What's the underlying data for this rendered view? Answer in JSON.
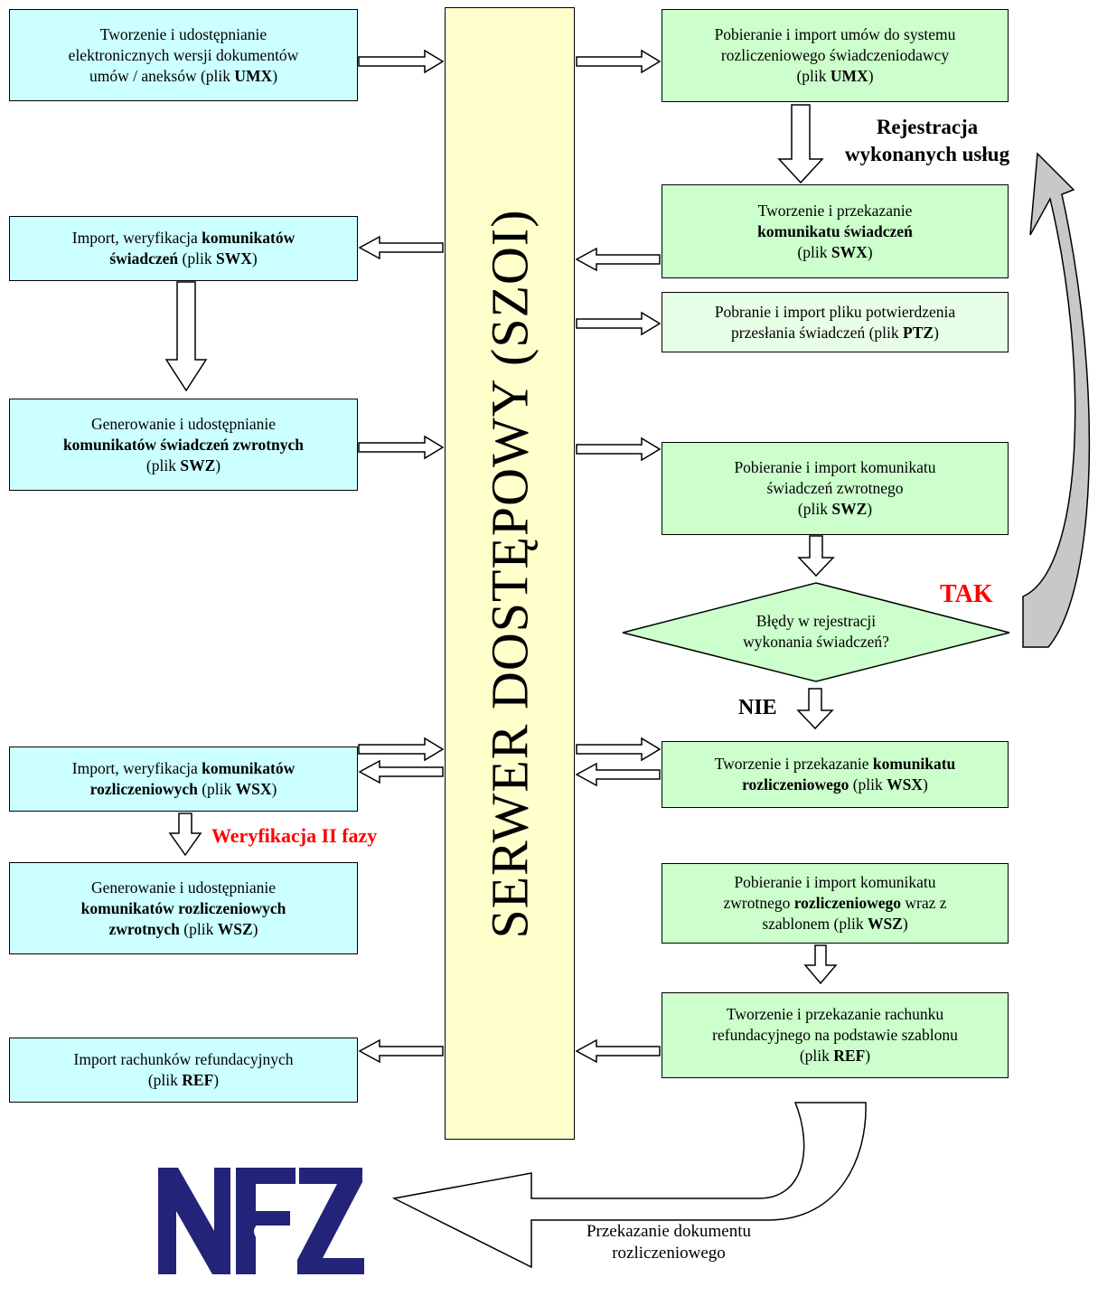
{
  "server": {
    "label": "SERWER DOSTĘPOWY (SZOI)"
  },
  "left": {
    "umx": {
      "line1": "Tworzenie i udostępnianie",
      "line2": "elektronicznych wersji dokumentów",
      "line3_pre": "umów / aneksów (plik ",
      "line3_bold": "UMX",
      "line3_post": ")"
    },
    "swx": {
      "line1_pre": "Import, weryfikacja ",
      "line1_bold": "komunikatów",
      "line2_bold": "świadczeń",
      "line2_post": " (plik ",
      "line2_bold2": "SWX",
      "line2_end": ")"
    },
    "swz": {
      "line1": "Generowanie i udostępnianie",
      "line2_bold": "komunikatów świadczeń zwrotnych",
      "line3_pre": "(plik ",
      "line3_bold": "SWZ",
      "line3_post": ")"
    },
    "wsx": {
      "line1_pre": "Import, weryfikacja ",
      "line1_bold": "komunikatów",
      "line2_bold": "rozliczeniowych",
      "line2_post": " (plik ",
      "line2_bold2": "WSX",
      "line2_end": ")"
    },
    "wsz": {
      "line1": "Generowanie i udostępnianie",
      "line2_bold": "komunikatów rozliczeniowych",
      "line3_bold": "zwrotnych",
      "line3_pre": " (plik ",
      "line3_bold2": "WSZ",
      "line3_post": ")"
    },
    "ref": {
      "line1": "Import rachunków refundacyjnych",
      "line2_pre": "(plik ",
      "line2_bold": "REF",
      "line2_post": ")"
    }
  },
  "right": {
    "umx": {
      "line1": "Pobieranie i import umów do systemu",
      "line2": "rozliczeniowego świadczeniodawcy",
      "line3_pre": "(plik ",
      "line3_bold": "UMX",
      "line3_post": ")"
    },
    "swx": {
      "line1": "Tworzenie i przekazanie",
      "line2_bold": "komunikatu  świadczeń",
      "line3_pre": "(plik ",
      "line3_bold": "SWX",
      "line3_post": ")"
    },
    "ptz": {
      "line1": "Pobranie i import pliku potwierdzenia",
      "line2_pre": "przesłania świadczeń (plik ",
      "line2_bold": "PTZ",
      "line2_post": ")"
    },
    "swz": {
      "line1": "Pobieranie i import komunikatu",
      "line2": "świadczeń zwrotnego",
      "line3_pre": "(plik ",
      "line3_bold": "SWZ",
      "line3_post": ")"
    },
    "decision": {
      "line1": "Błędy w rejestracji",
      "line2": "wykonania świadczeń?"
    },
    "wsx": {
      "line1_pre": "Tworzenie i przekazanie ",
      "line1_bold": "komunikatu",
      "line2_bold": "rozliczeniowego",
      "line2_pre": " (plik ",
      "line2_bold2": "WSX",
      "line2_post": ")"
    },
    "wsz": {
      "line1": "Pobieranie i import komunikatu",
      "line2_pre": "zwrotnego ",
      "line2_bold": "rozliczeniowego",
      "line2_post": " wraz z",
      "line3_pre": "szablonem (plik ",
      "line3_bold": "WSZ",
      "line3_post": ")"
    },
    "ref": {
      "line1": "Tworzenie i przekazanie rachunku",
      "line2": "refundacyjnego na podstawie szablonu",
      "line3_pre": "(plik ",
      "line3_bold": "REF",
      "line3_post": ")"
    }
  },
  "labels": {
    "rejestracja_line1": "Rejestracja",
    "rejestracja_line2": "wykonanych usług",
    "tak": "TAK",
    "nie": "NIE",
    "weryfikacja": "Weryfikacja II fazy",
    "transfer_line1": "Przekazanie dokumentu",
    "transfer_line2": "rozliczeniowego"
  },
  "logo": {
    "text": "NFZ"
  },
  "colors": {
    "cyan": "#ccffff",
    "green": "#ccffcc",
    "server": "#ffffcc",
    "red": "#ff0000",
    "logo": "#23237a",
    "loop_fill": "#c0c0c0"
  }
}
